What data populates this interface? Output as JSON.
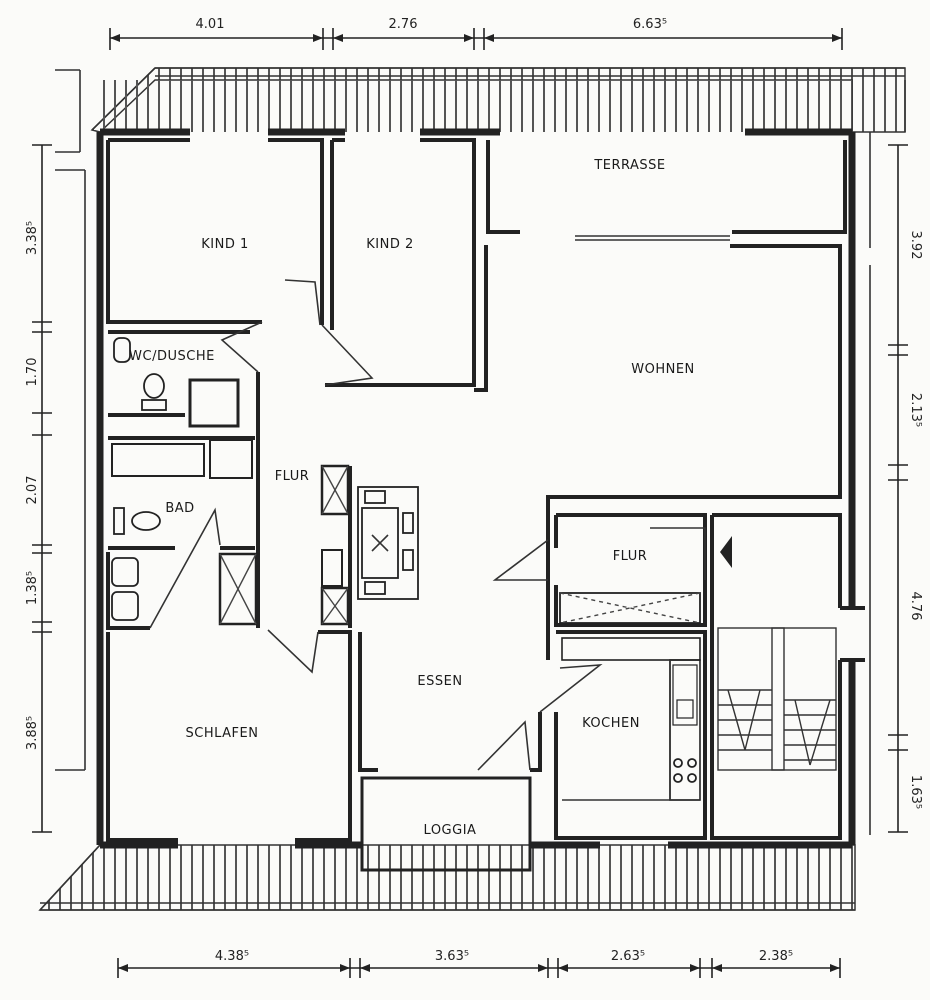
{
  "rooms": {
    "kind1": "KIND 1",
    "kind2": "KIND 2",
    "terrasse": "TERRASSE",
    "wohnen": "WOHNEN",
    "wc_dusche": "WC/DUSCHE",
    "flur_main": "FLUR",
    "bad": "BAD",
    "flur_small": "FLUR",
    "essen": "ESSEN",
    "kochen": "KOCHEN",
    "schlafen": "SCHLAFEN",
    "loggia": "LOGGIA"
  },
  "dimensions": {
    "top": [
      "4.01",
      "2.76",
      "6.63⁵"
    ],
    "bottom": [
      "4.38⁵",
      "3.63⁵",
      "2.63⁵",
      "2.38⁵"
    ],
    "left": [
      "3.38⁵",
      "1.70",
      "2.07",
      "1.38⁵",
      "3.88⁵"
    ],
    "right": [
      "3.92",
      "2.13⁵",
      "4.76",
      "1.63⁵"
    ]
  }
}
